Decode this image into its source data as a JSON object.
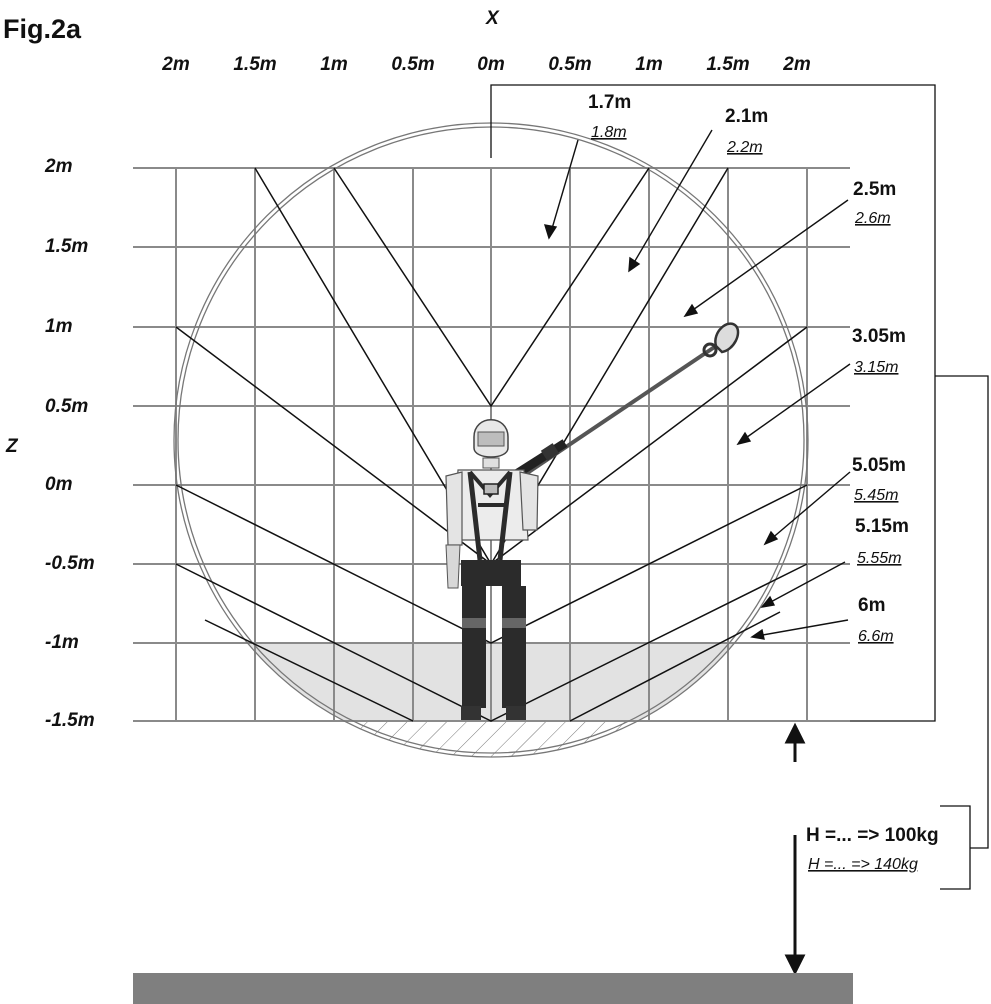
{
  "figure": {
    "title": "Fig.2a",
    "x_axis_label": "X",
    "z_axis_label": "Z",
    "x_ticks": [
      "2m",
      "1.5m",
      "1m",
      "0.5m",
      "0m",
      "0.5m",
      "1m",
      "1.5m",
      "2m"
    ],
    "z_ticks": [
      "2m",
      "1.5m",
      "1m",
      "0.5m",
      "0m",
      "-0.5m",
      "-1m",
      "-1.5m"
    ]
  },
  "lanyard_lengths": [
    {
      "main": "1.7m",
      "alt": "1.8m"
    },
    {
      "main": "2.1m",
      "alt": "2.2m"
    },
    {
      "main": "2.5m",
      "alt": "2.6m"
    },
    {
      "main": "3.05m",
      "alt": "3.15m"
    },
    {
      "main": "5.05m",
      "alt": "5.45m"
    },
    {
      "main": "5.15m",
      "alt": "5.55m"
    },
    {
      "main": "6m",
      "alt": "6.6m"
    }
  ],
  "clearance": {
    "main": "H =... => 100kg",
    "alt": "H =... => 140kg"
  },
  "colors": {
    "grid": "#8a8a8a",
    "lines": "#111111",
    "shaded_zone": "#e2e2e2",
    "ground": "#7f7f7f",
    "figure_dark": "#2b2b2b"
  }
}
